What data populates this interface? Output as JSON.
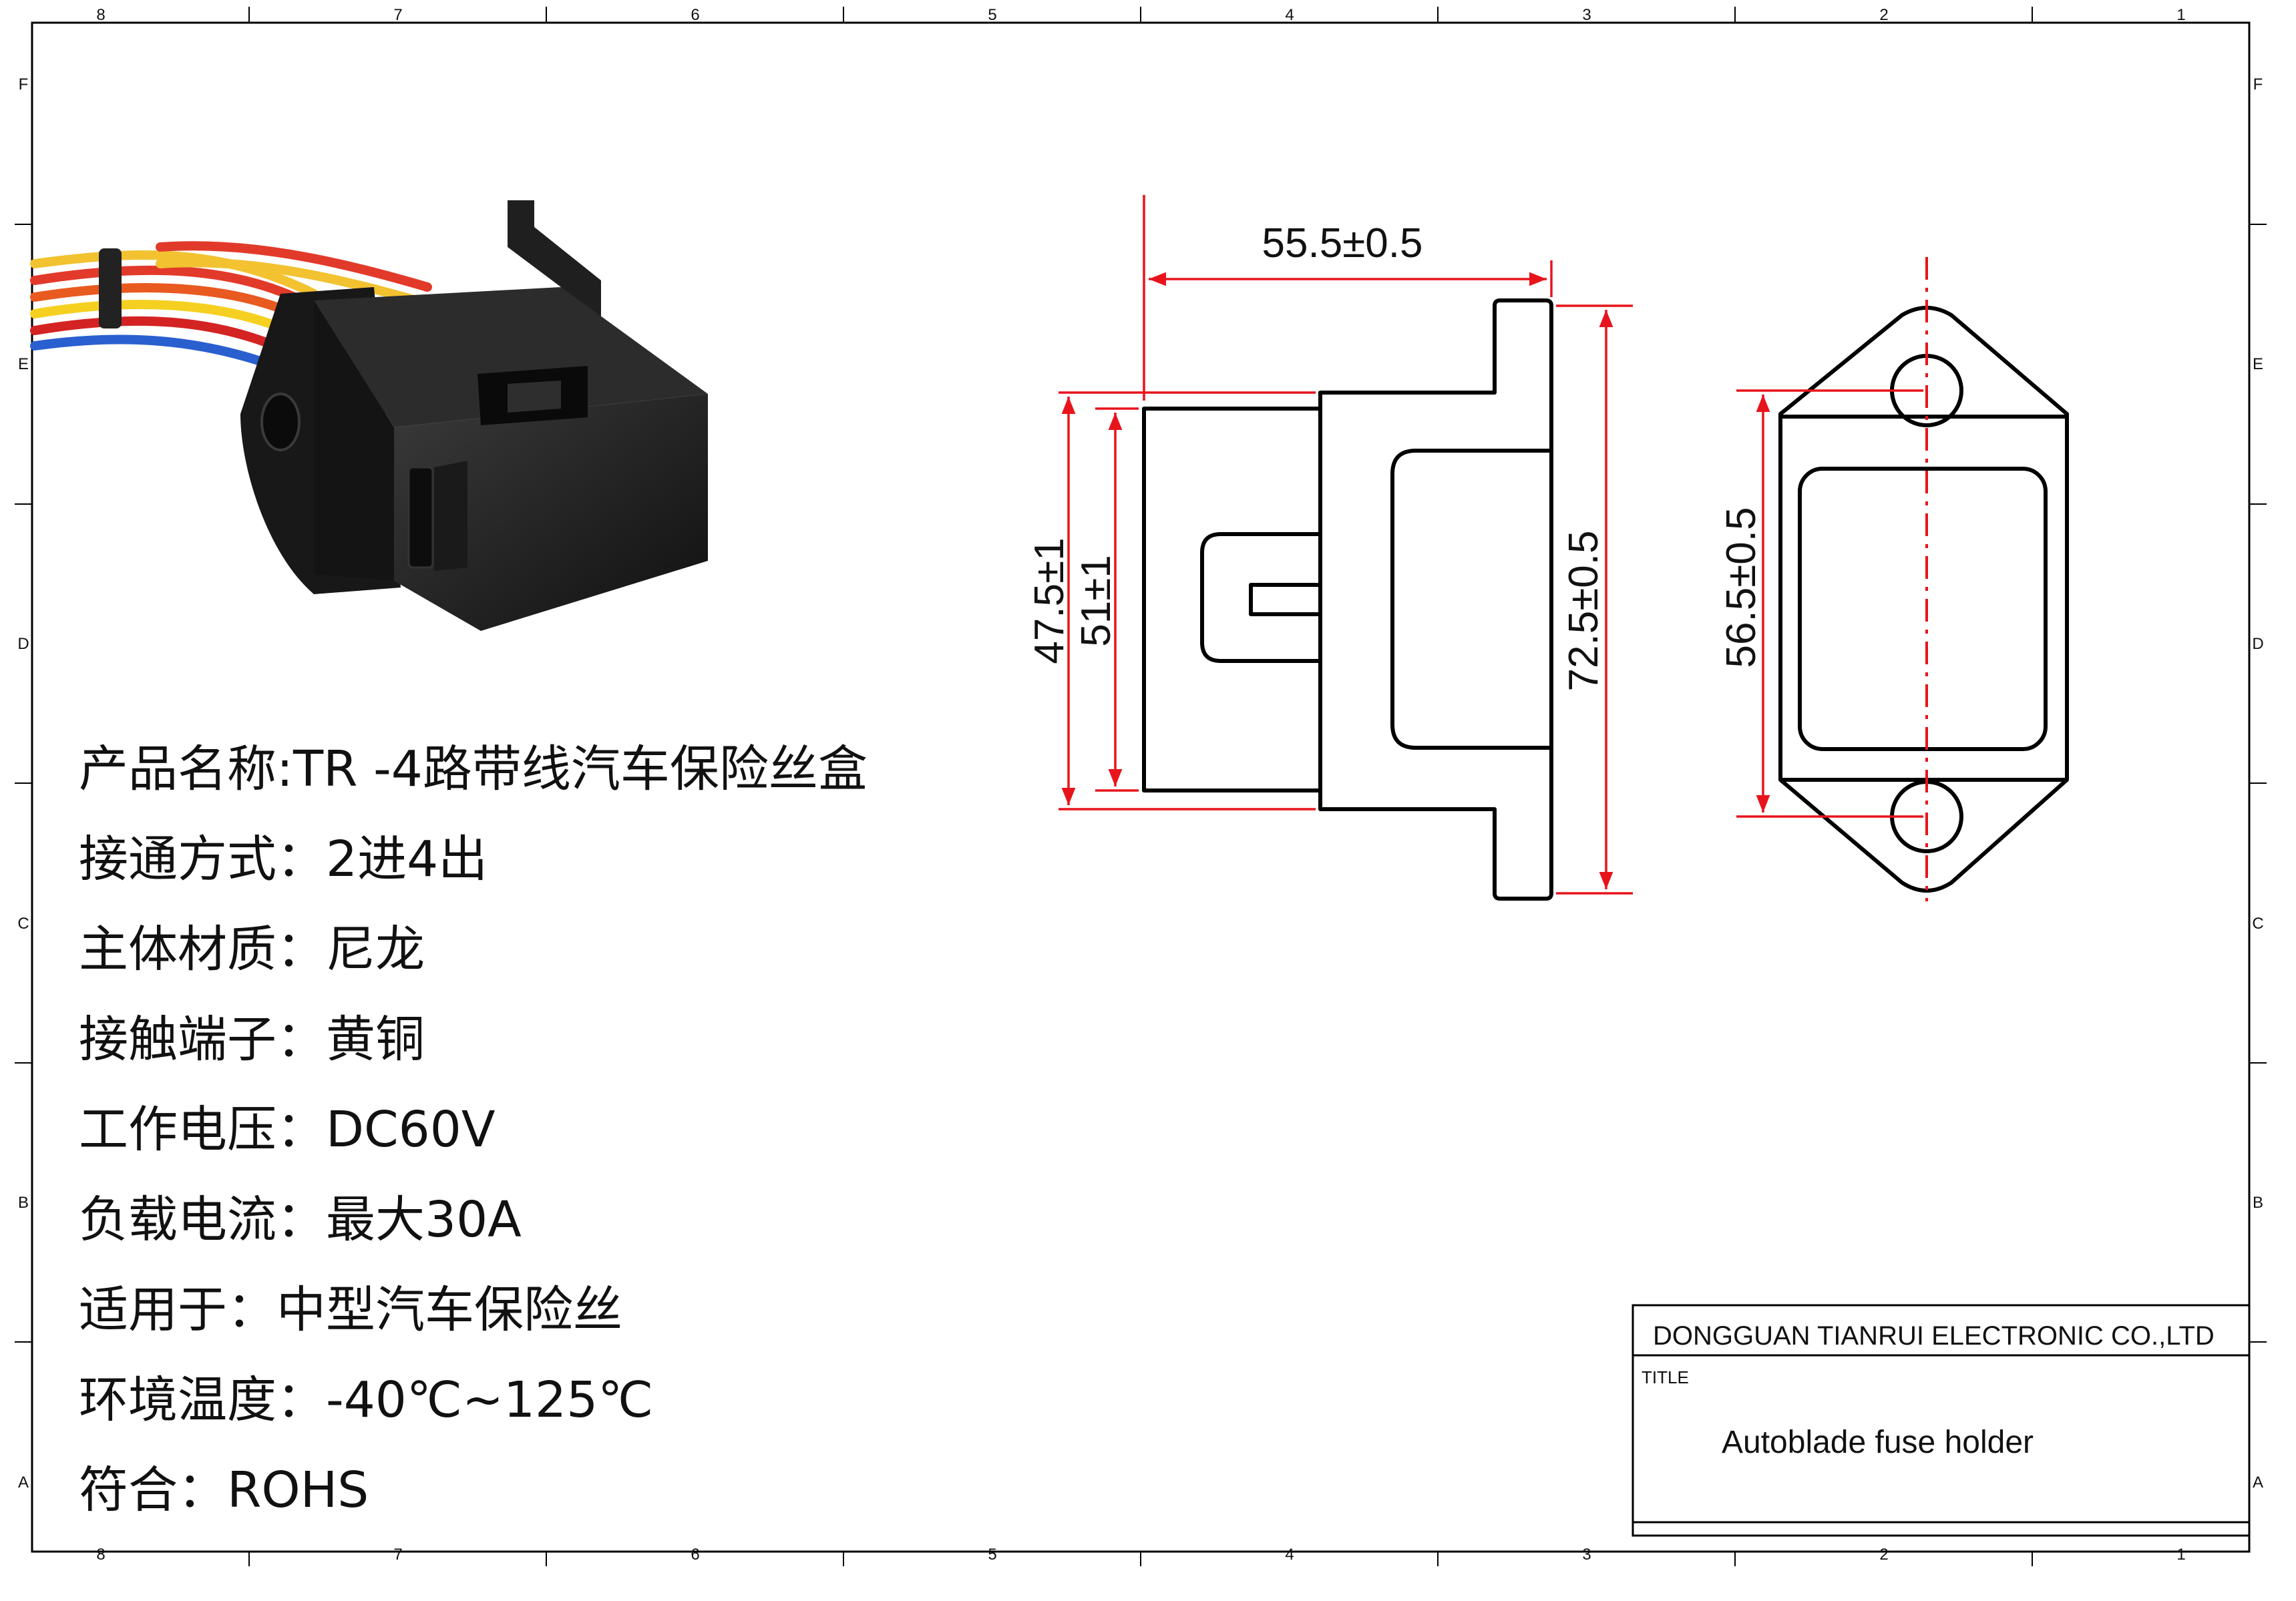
{
  "frame": {
    "column_labels": [
      "8",
      "7",
      "6",
      "5",
      "4",
      "3",
      "2",
      "1"
    ],
    "row_labels": [
      "F",
      "E",
      "D",
      "C",
      "B",
      "A"
    ]
  },
  "specs": [
    {
      "label": "产品名称",
      "sep": ":",
      "value": "TR -4路带线汽车保险丝盒"
    },
    {
      "label": "接通方式",
      "sep": "：",
      "value": "2进4出"
    },
    {
      "label": "主体材质",
      "sep": "：",
      "value": "尼龙"
    },
    {
      "label": "接触端子",
      "sep": "：",
      "value": "黄铜"
    },
    {
      "label": "工作电压",
      "sep": "：",
      "value": "DC60V"
    },
    {
      "label": "负载电流",
      "sep": "：",
      "value": "最大30A"
    },
    {
      "label": "适用于",
      "sep": "：",
      "value": "中型汽车保险丝"
    },
    {
      "label": "环境温度",
      "sep": "：",
      "value": "-40℃~125℃"
    },
    {
      "label": "符合",
      "sep": "：",
      "value": "ROHS"
    }
  ],
  "dimensions": {
    "width": "55.5±0.5",
    "height_body": "47.5±1",
    "height_inner": "51±1",
    "height_total": "72.5±0.5",
    "height_mount": "56.5±0.5"
  },
  "title_block": {
    "company": "DONGGUAN TIANRUI ELECTRONIC CO.,LTD",
    "title_label": "TITLE",
    "title_value": "Autoblade fuse holder"
  },
  "colors": {
    "dimension": "#e8141b",
    "outline": "#000000",
    "product_body": "#1b1b1b"
  }
}
